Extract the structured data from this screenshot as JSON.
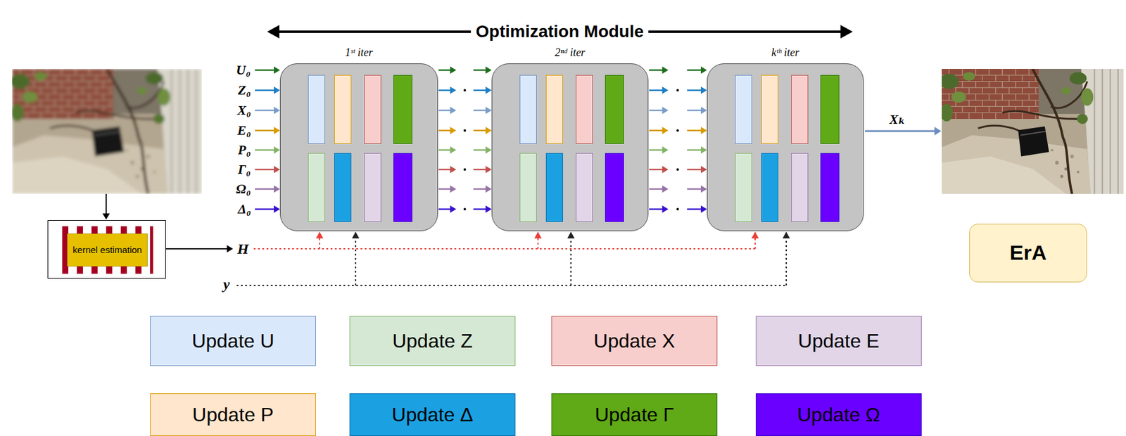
{
  "diagram": {
    "nodes": [
      {
        "text": [
          "kernel estimation"
        ]
      },
      {
        "text": [
          "1ˢᵗ iter"
        ]
      },
      {
        "text": [
          "2ⁿᵈ iter"
        ]
      },
      {
        "text": [
          "kᵗʰ iter"
        ]
      },
      {
        "text": [
          "ErA"
        ]
      }
    ],
    "edges": [
      {
        "from": 1,
        "to": 2,
        "arrow": "to"
      },
      {
        "from": 2,
        "to": 3,
        "arrow": "to"
      }
    ],
    "labels": [
      "Optimization Module",
      "U₀",
      "Z₀",
      "X₀",
      "E₀",
      "P₀",
      "Γ₀",
      "Ω₀",
      "Δ₀",
      "H",
      "y",
      "Xₖ"
    ],
    "legend": [
      {
        "text": "Update U",
        "color": "#dae8fc"
      },
      {
        "text": "Update Z",
        "color": "#d5e8d4"
      },
      {
        "text": "Update X",
        "color": "#f8cecc"
      },
      {
        "text": "Update E",
        "color": "#e1d5e7"
      },
      {
        "text": "Update P",
        "color": "#ffe6cc"
      },
      {
        "text": "Update Δ",
        "color": "#1ba1e2"
      },
      {
        "text": "Update Γ",
        "color": "#60a917"
      },
      {
        "text": "Update Ω",
        "color": "#6a00ff"
      }
    ]
  }
}
